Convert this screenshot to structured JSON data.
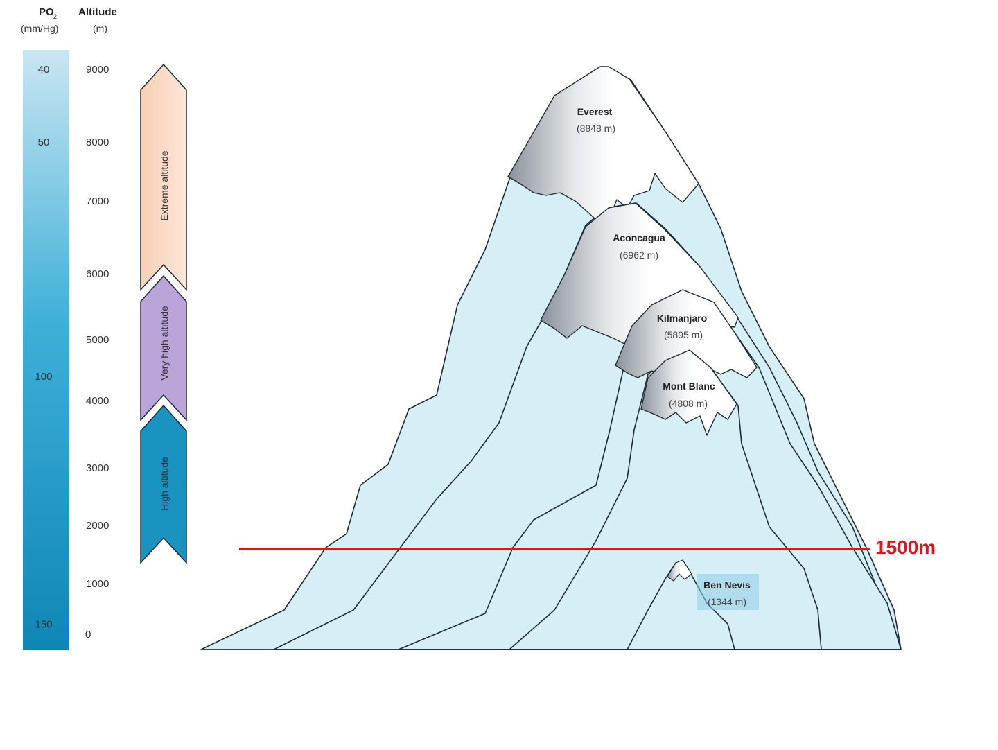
{
  "headers": {
    "po2_title": "PO",
    "po2_subscript": "2",
    "po2_unit": "(mm/Hg)",
    "altitude_title": "Altitude",
    "altitude_unit": "(m)"
  },
  "po2_scale": {
    "ticks": [
      {
        "label": "40",
        "altitude_m": 9000
      },
      {
        "label": "50",
        "altitude_m": 8000
      },
      {
        "label": "100",
        "altitude_m": 4400
      },
      {
        "label": "150",
        "altitude_m": 200
      }
    ]
  },
  "altitude_scale": {
    "ticks": [
      {
        "label": "9000",
        "value": 9000
      },
      {
        "label": "8000",
        "value": 8000
      },
      {
        "label": "7000",
        "value": 7000
      },
      {
        "label": "6000",
        "value": 6000
      },
      {
        "label": "5000",
        "value": 5000
      },
      {
        "label": "4000",
        "value": 4000
      },
      {
        "label": "3000",
        "value": 3000
      },
      {
        "label": "2000",
        "value": 2000
      },
      {
        "label": "1000",
        "value": 1000
      },
      {
        "label": "0",
        "value": 0
      }
    ]
  },
  "zones": [
    {
      "label": "Extreme altitude",
      "from_m": 5500,
      "to_m": 9000,
      "color": "#fbdcc8"
    },
    {
      "label": "Very high altitude",
      "from_m": 3500,
      "to_m": 5500,
      "color": "#bba4d8"
    },
    {
      "label": "High altitude",
      "from_m": 1500,
      "to_m": 3500,
      "color": "#1a93c0"
    }
  ],
  "peaks": [
    {
      "name": "Everest",
      "height": "(8848 m)",
      "altitude_m": 8848
    },
    {
      "name": "Aconcagua",
      "height": "(6962 m)",
      "altitude_m": 6962
    },
    {
      "name": "Kilmanjaro",
      "height": "(5895 m)",
      "altitude_m": 5895
    },
    {
      "name": "Mont Blanc",
      "height": "(4808 m)",
      "altitude_m": 4808
    },
    {
      "name": "Ben Nevis",
      "height": "(1344 m)",
      "altitude_m": 1344
    }
  ],
  "marker": {
    "label": "1500m",
    "altitude_m": 1500,
    "color": "#d41a1f"
  },
  "colors": {
    "po2_bar_top": "#c9e6f2",
    "po2_bar_bottom": "#0f86b6",
    "mountain_dark": "#0a8fbf",
    "mountain_light": "#cfe9f3",
    "snow": "#ffffff",
    "outline": "#1d2a33"
  }
}
